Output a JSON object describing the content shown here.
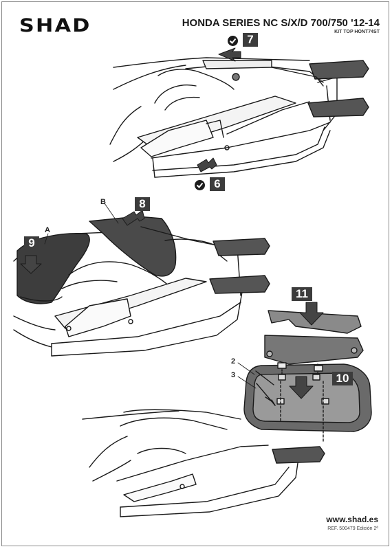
{
  "header": {
    "brand": "SHAD",
    "title": "HONDA SERIES NC S/X/D 700/750 '12-14",
    "subtitle": "KIT TOP HONT74ST"
  },
  "steps": {
    "s7": "7",
    "s6": "6",
    "s8": "8",
    "s9": "9",
    "s10": "10",
    "s11": "11"
  },
  "labels": {
    "a": "A",
    "b": "B",
    "n2": "2",
    "n3": "3"
  },
  "footer": {
    "url": "www.shad.es",
    "ref": "REF. 500479 Edición 2ª"
  },
  "colors": {
    "step_bg": "#3c3c3c",
    "line": "#1a1a1a",
    "dark_fill": "#5a5a5a",
    "mid_fill": "#8a8a8a"
  }
}
